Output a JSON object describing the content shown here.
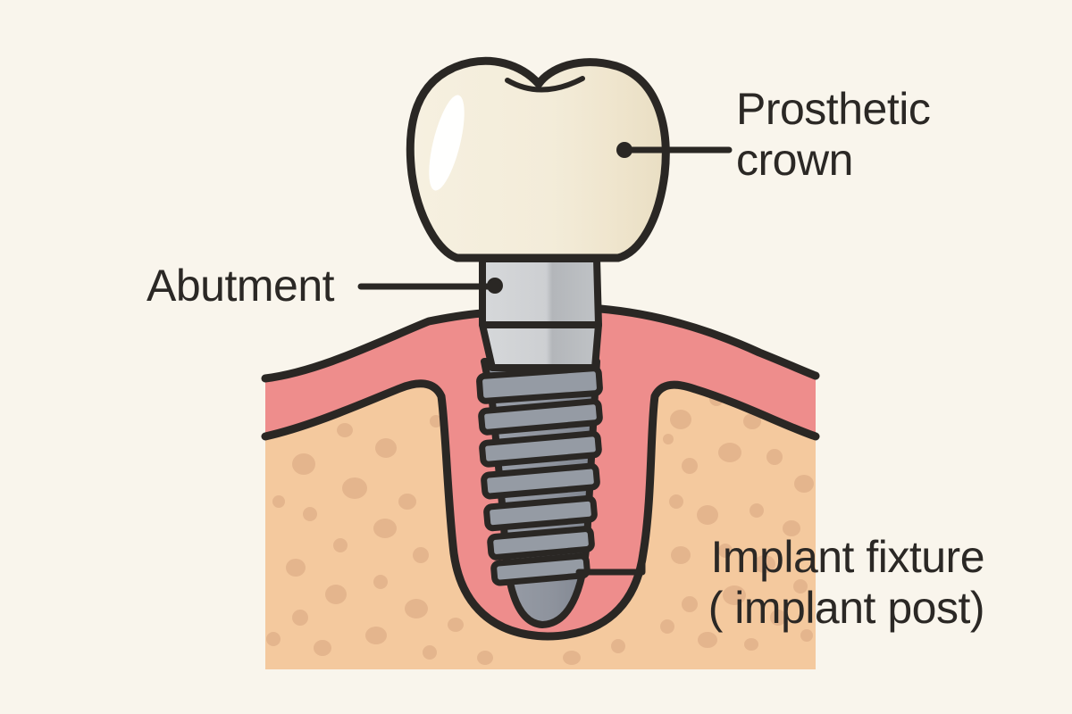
{
  "diagram": {
    "type": "dental-implant-cross-section",
    "background_color": "#f9f5ec",
    "outline_color": "#2a2724",
    "text_color": "#2b2825",
    "labels": {
      "crown": {
        "line1": "Prosthetic",
        "line2": "crown"
      },
      "abutment": {
        "line1": "Abutment"
      },
      "fixture": {
        "line1": "Implant fixture",
        "line2": "( implant post)"
      }
    },
    "colors": {
      "crown_fill": "#f3ecd9",
      "crown_highlight": "#ffffff",
      "abutment_fill": "#c9cccf",
      "implant_fill": "#8e939d",
      "gum_fill": "#ee8d8c",
      "bone_fill": "#f4c99e",
      "bone_speckle": "#dcab85"
    }
  }
}
